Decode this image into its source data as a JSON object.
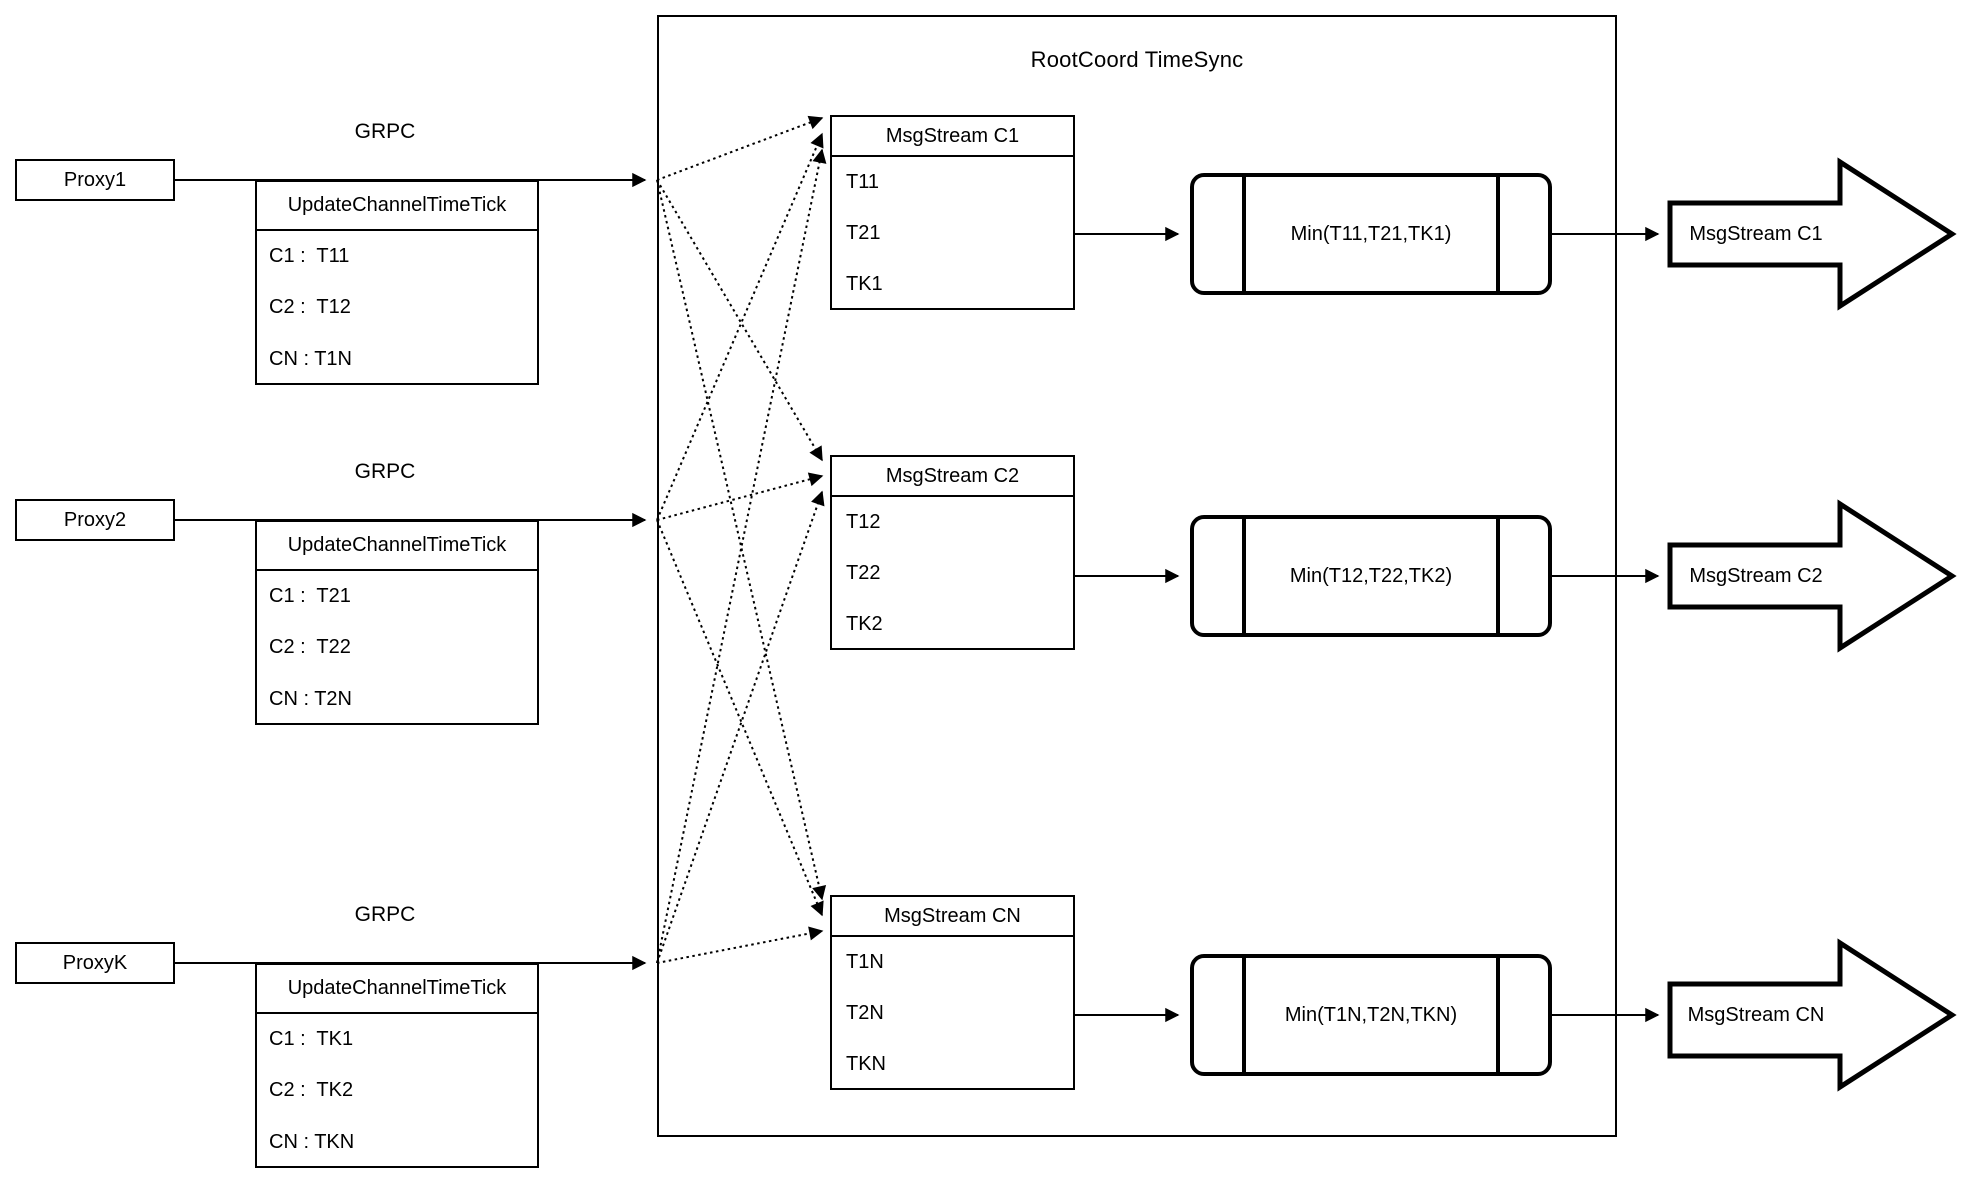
{
  "diagram": {
    "title": "RootCoord TimeSync",
    "grpc_label": "GRPC",
    "update_table_header": "UpdateChannelTimeTick",
    "colors": {
      "stroke": "#000000",
      "fill": "#ffffff"
    },
    "rows": [
      {
        "proxy": "Proxy1",
        "update_rows": [
          "C1 :  T11",
          "C2 :  T12",
          "CN : T1N"
        ],
        "msgstream_header": "MsgStream C1",
        "msgstream_rows": [
          "T11",
          "T21",
          "TK1"
        ],
        "min_label": "Min(T11,T21,TK1)",
        "out_arrow_label": "MsgStream C1"
      },
      {
        "proxy": "Proxy2",
        "update_rows": [
          "C1 :  T21",
          "C2 :  T22",
          "CN : T2N"
        ],
        "msgstream_header": "MsgStream C2",
        "msgstream_rows": [
          "T12",
          "T22",
          "TK2"
        ],
        "min_label": "Min(T12,T22,TK2)",
        "out_arrow_label": "MsgStream C2"
      },
      {
        "proxy": "ProxyK",
        "update_rows": [
          "C1 :  TK1",
          "C2 :  TK2",
          "CN : TKN"
        ],
        "msgstream_header": "MsgStream CN",
        "msgstream_rows": [
          "T1N",
          "T2N",
          "TKN"
        ],
        "min_label": "Min(T1N,T2N,TKN)",
        "out_arrow_label": "MsgStream CN"
      }
    ]
  }
}
